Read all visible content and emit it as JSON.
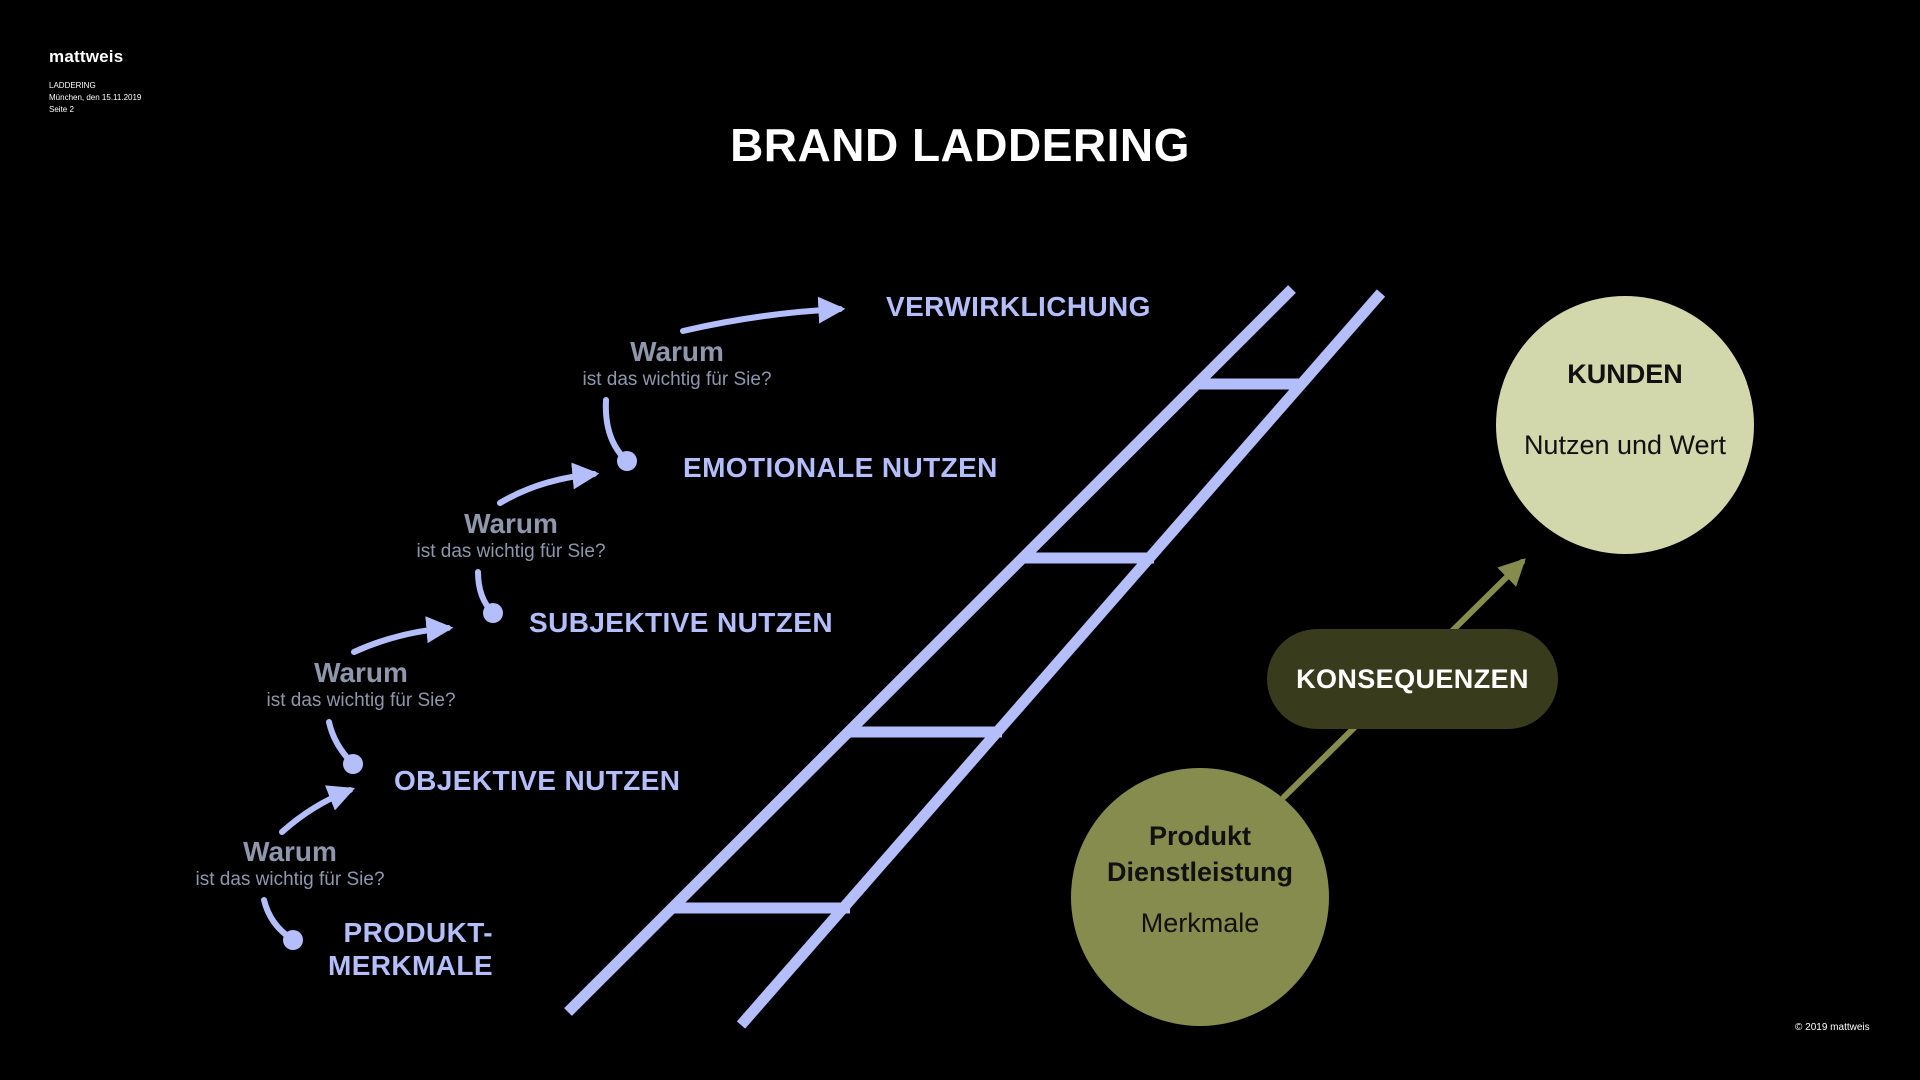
{
  "header": {
    "brand": "mattweis",
    "meta": [
      "LADDERING",
      "München, den 15.11.2019",
      "Seite 2"
    ]
  },
  "title": "BRAND LADDERING",
  "levels": [
    "VERWIRKLICHUNG",
    "EMOTIONALE NUTZEN",
    "SUBJEKTIVE NUTZEN",
    "OBJEKTIVE NUTZEN",
    "PRODUKT-",
    "MERKMALE"
  ],
  "question": {
    "word": "Warum",
    "sub": "ist das wichtig für Sie?"
  },
  "kunden": {
    "title": "KUNDEN",
    "body": "Nutzen und Wert"
  },
  "konsequenzen": "KONSEQUENZEN",
  "produkt": {
    "line1": "Produkt",
    "line2": "Dienstleistung",
    "body": "Merkmale"
  },
  "footer": {
    "copyright": "© 2019 mattweis"
  },
  "colors": {
    "background": "#000000",
    "accent": "#b3befa",
    "question_text": "#8f97ad",
    "kunden_circle": "#d3d7ac",
    "produkt_circle": "#858c4e",
    "konsequenzen_pill": "#383b1c",
    "olive_arrow": "#858c4e"
  }
}
